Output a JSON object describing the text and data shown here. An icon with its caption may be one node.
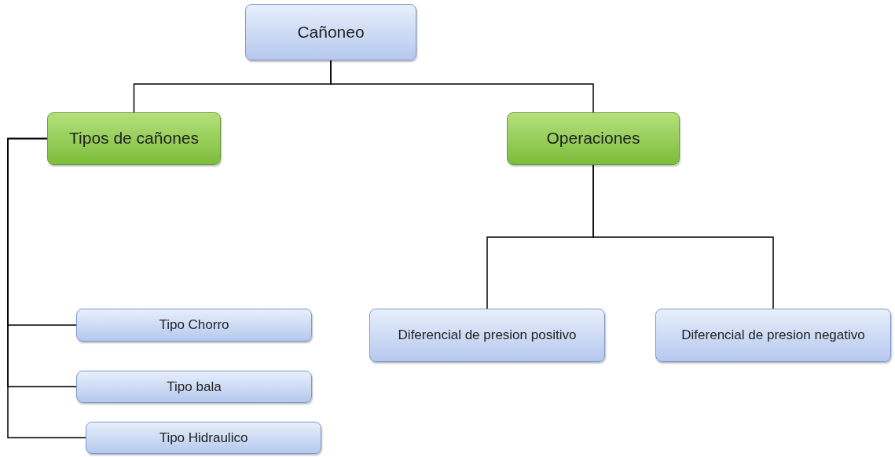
{
  "diagram": {
    "nodes": [
      {
        "text": [
          "Cañoneo"
        ]
      },
      {
        "text": [
          "Tipos de cañones"
        ]
      },
      {
        "text": [
          "Operaciones"
        ]
      },
      {
        "text": [
          "Tipo Chorro"
        ]
      },
      {
        "text": [
          "Tipo bala"
        ]
      },
      {
        "text": [
          "Tipo Hidraulico"
        ]
      },
      {
        "text": [
          "Diferencial de presion positivo"
        ]
      },
      {
        "text": [
          "Diferencial de presion negativo"
        ]
      }
    ],
    "edges": [
      {
        "from": 0,
        "to": 1,
        "arrow": "none"
      },
      {
        "from": 0,
        "to": 2,
        "arrow": "none"
      },
      {
        "from": 1,
        "to": 3,
        "arrow": "none"
      },
      {
        "from": 1,
        "to": 4,
        "arrow": "none"
      },
      {
        "from": 1,
        "to": 5,
        "arrow": "none"
      },
      {
        "from": 2,
        "to": 6,
        "arrow": "none"
      },
      {
        "from": 2,
        "to": 7,
        "arrow": "none"
      }
    ]
  }
}
